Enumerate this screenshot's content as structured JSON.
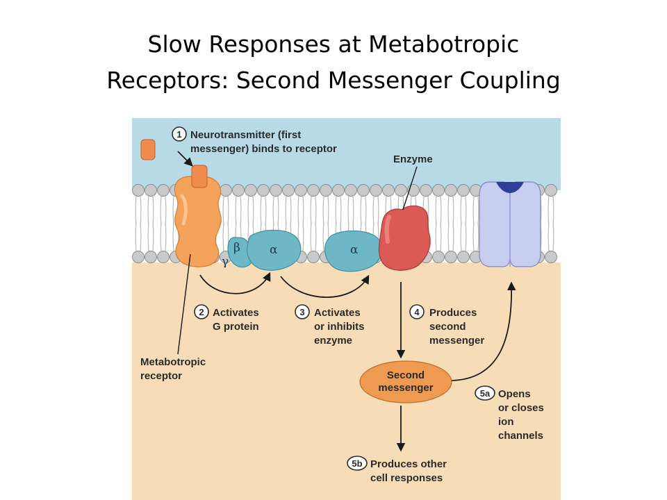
{
  "title": {
    "line1": "Slow Responses at Metabotropic",
    "line2": "Receptors: Second Messenger Coupling"
  },
  "diagram": {
    "colors": {
      "extracellular": "#b8dae6",
      "intracellular": "#f6ddb8",
      "receptor": "#f4a25a",
      "g_protein": "#6db7c7",
      "enzyme": "#dc5a55",
      "ion_channel": "#c7cdee",
      "second_messenger": "#ee9a50"
    },
    "step1": {
      "number": "1",
      "line1": "Neurotransmitter (first",
      "line2": "messenger) binds to receptor"
    },
    "enzyme_label": "Enzyme",
    "subunits": {
      "beta": "β",
      "gamma": "γ",
      "alpha1": "α",
      "alpha2": "α"
    },
    "step2": {
      "number": "2",
      "line1": "Activates",
      "line2": "G protein"
    },
    "step3": {
      "number": "3",
      "line1": "Activates",
      "line2": "or inhibits",
      "line3": "enzyme"
    },
    "step4": {
      "number": "4",
      "line1": "Produces",
      "line2": "second",
      "line3": "messenger"
    },
    "receptor_label": {
      "line1": "Metabotropic",
      "line2": "receptor"
    },
    "second_messenger": {
      "line1": "Second",
      "line2": "messenger"
    },
    "step5a": {
      "number": "5a",
      "line1": "Opens",
      "line2": "or closes",
      "line3": "ion",
      "line4": "channels"
    },
    "step5b": {
      "number": "5b",
      "line1": "Produces other",
      "line2": "cell responses"
    }
  }
}
